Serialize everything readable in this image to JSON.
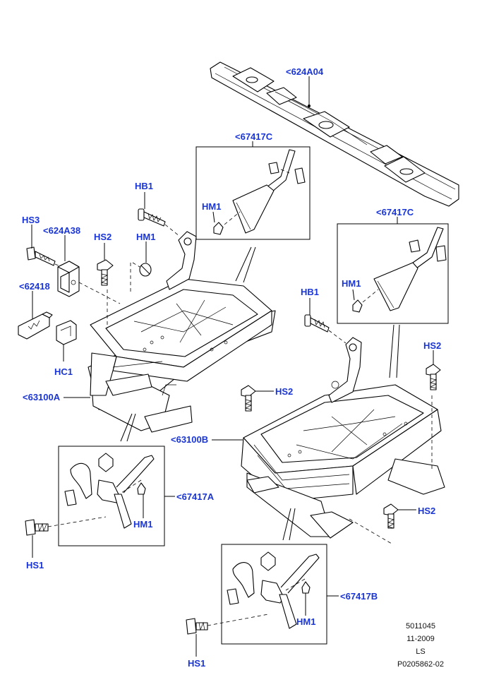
{
  "callouts": {
    "c624A04": "<624A04",
    "c67417C_top": "<67417C",
    "c67417C_right": "<67417C",
    "hb1_left": "HB1",
    "hb1_right": "HB1",
    "hm1_top": "HM1",
    "hm1_right_box": "HM1",
    "hm1_left": "HM1",
    "hm1_a": "HM1",
    "hm1_b": "HM1",
    "hs3": "HS3",
    "c624A38": "<624A38",
    "hs2_left": "HS2",
    "hs2_mid": "HS2",
    "hs2_right_top": "HS2",
    "hs2_right_bottom": "HS2",
    "c62418": "<62418",
    "hc1": "HC1",
    "c63100A": "<63100A",
    "c63100B": "<63100B",
    "c67417A": "<67417A",
    "c67417B": "<67417B",
    "hs1_left": "HS1",
    "hs1_bottom": "HS1"
  },
  "meta": {
    "code": "5011045",
    "date": "11-2009",
    "ls": "LS",
    "ref": "P0205862-02"
  },
  "colors": {
    "callout": "#1a35d6",
    "line": "#000000",
    "background": "#ffffff"
  }
}
